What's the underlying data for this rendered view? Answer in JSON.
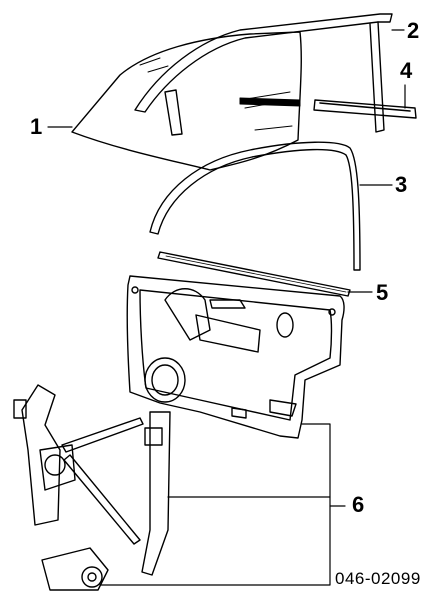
{
  "diagram": {
    "callouts": [
      {
        "id": "1",
        "label": "1"
      },
      {
        "id": "2",
        "label": "2"
      },
      {
        "id": "3",
        "label": "3"
      },
      {
        "id": "4",
        "label": "4"
      },
      {
        "id": "5",
        "label": "5"
      },
      {
        "id": "6",
        "label": "6"
      }
    ],
    "document_number": "046-02099",
    "colors": {
      "ink": "#000000",
      "background": "#ffffff"
    }
  }
}
